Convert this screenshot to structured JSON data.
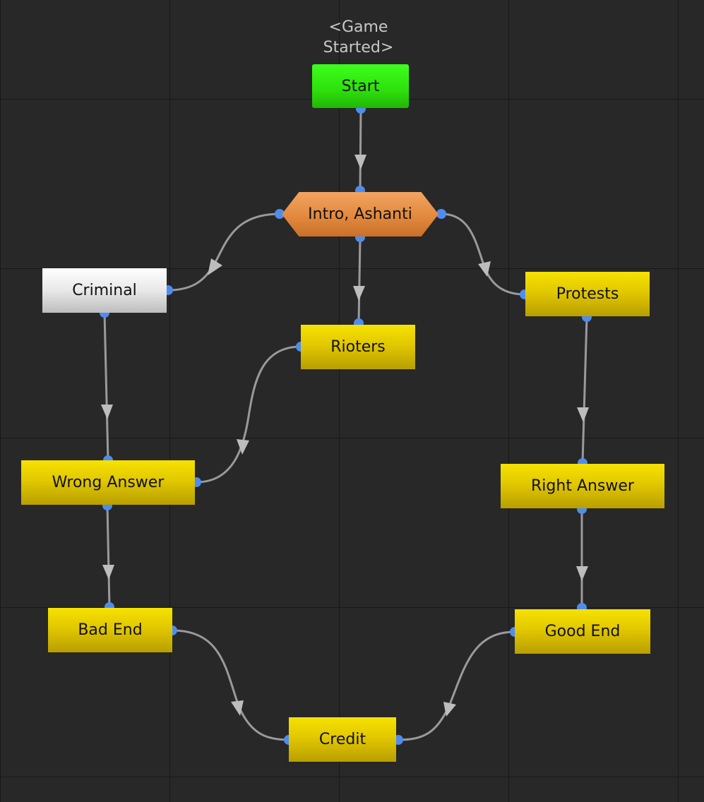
{
  "canvas": {
    "background": "#282828",
    "grid_color": "#181818"
  },
  "nodes": {
    "start": {
      "label": "Start",
      "trigger_label": "<Game Started>",
      "color": "#2de00c"
    },
    "intro": {
      "label": "Intro, Ashanti",
      "color": "#e2893e"
    },
    "criminal": {
      "label": "Criminal",
      "color": "#e8e8e8"
    },
    "protests": {
      "label": "Protests",
      "color": "#e2c800"
    },
    "rioters": {
      "label": "Rioters",
      "color": "#e2c800"
    },
    "wrong_answer": {
      "label": "Wrong Answer",
      "color": "#e2c800"
    },
    "right_answer": {
      "label": "Right Answer",
      "color": "#e2c800"
    },
    "bad_end": {
      "label": "Bad End",
      "color": "#e2c800"
    },
    "good_end": {
      "label": "Good End",
      "color": "#e2c800"
    },
    "credit": {
      "label": "Credit",
      "color": "#e2c800"
    }
  },
  "connections": [
    {
      "from": "Start",
      "to": "Intro, Ashanti"
    },
    {
      "from": "Intro, Ashanti",
      "to": "Criminal"
    },
    {
      "from": "Intro, Ashanti",
      "to": "Rioters"
    },
    {
      "from": "Intro, Ashanti",
      "to": "Protests"
    },
    {
      "from": "Criminal",
      "to": "Wrong Answer"
    },
    {
      "from": "Rioters",
      "to": "Wrong Answer"
    },
    {
      "from": "Protests",
      "to": "Right Answer"
    },
    {
      "from": "Wrong Answer",
      "to": "Bad End"
    },
    {
      "from": "Right Answer",
      "to": "Good End"
    },
    {
      "from": "Bad End",
      "to": "Credit"
    },
    {
      "from": "Good End",
      "to": "Credit"
    }
  ],
  "colors": {
    "edge": "#9a9a9a",
    "arrow": "#bdbdbd",
    "port": "#4f8cf0"
  }
}
